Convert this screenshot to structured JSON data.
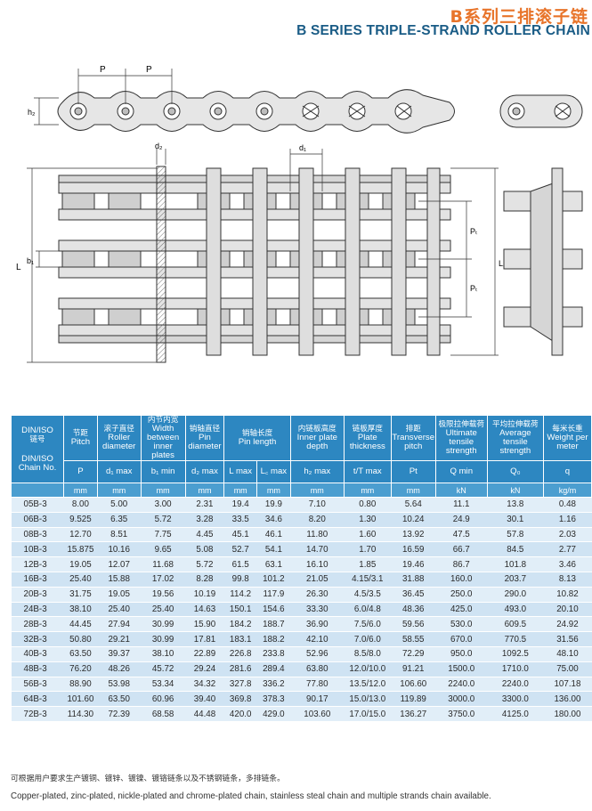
{
  "title_cn": "B系列三排滚子链",
  "title_en": "B SERIES TRIPLE-STRAND ROLLER CHAIN",
  "drawing": {
    "labels": {
      "P1": "P",
      "P2": "P",
      "h2": "h₂",
      "d2": "d₂",
      "d1": "d₁",
      "L": "L",
      "b1": "b₁",
      "Pt_top": "Pₜ",
      "Pt_bottom": "Pₜ",
      "Lc": "L꜀"
    }
  },
  "table": {
    "headers": [
      {
        "cn": "DIN/ISO",
        "en": "链号",
        "sym": "DIN/ISO Chain No."
      },
      {
        "cn": "节距",
        "en": "Pitch",
        "sym": "P",
        "unit": "mm"
      },
      {
        "cn": "滚子直径",
        "en": "Roller diameter",
        "sym": "d₁ max",
        "unit": "mm"
      },
      {
        "cn": "内节内宽",
        "en": "Width between inner plates",
        "sym": "b₁ min",
        "unit": "mm"
      },
      {
        "cn": "销轴直径",
        "en": "Pin diameter",
        "sym": "d₂ max",
        "unit": "mm"
      },
      {
        "cn": "销轴长度",
        "en": "Pin length",
        "sym_a": "L max",
        "sym_b": "L꜀ max",
        "unit_a": "mm",
        "unit_b": "mm"
      },
      {
        "cn": "内链板高度",
        "en": "Inner plate depth",
        "sym": "h₂ max",
        "unit": "mm"
      },
      {
        "cn": "链板厚度",
        "en": "Plate thickness",
        "sym": "t/T max",
        "unit": "mm"
      },
      {
        "cn": "排距",
        "en": "Transverse pitch",
        "sym": "Pt",
        "unit": "mm"
      },
      {
        "cn": "极限拉伸载荷",
        "en": "Ultimate tensile strength",
        "sym": "Q min",
        "unit": "kN"
      },
      {
        "cn": "平均拉伸载荷",
        "en": "Average tensile strength",
        "sym": "Q₀",
        "unit": "kN"
      },
      {
        "cn": "每米长重",
        "en": "Weight per meter",
        "sym": "q",
        "unit": "kg/m"
      }
    ],
    "rows": [
      [
        "05B-3",
        "8.00",
        "5.00",
        "3.00",
        "2.31",
        "19.4",
        "19.9",
        "7.10",
        "0.80",
        "5.64",
        "11.1",
        "13.8",
        "0.48"
      ],
      [
        "06B-3",
        "9.525",
        "6.35",
        "5.72",
        "3.28",
        "33.5",
        "34.6",
        "8.20",
        "1.30",
        "10.24",
        "24.9",
        "30.1",
        "1.16"
      ],
      [
        "08B-3",
        "12.70",
        "8.51",
        "7.75",
        "4.45",
        "45.1",
        "46.1",
        "11.80",
        "1.60",
        "13.92",
        "47.5",
        "57.8",
        "2.03"
      ],
      [
        "10B-3",
        "15.875",
        "10.16",
        "9.65",
        "5.08",
        "52.7",
        "54.1",
        "14.70",
        "1.70",
        "16.59",
        "66.7",
        "84.5",
        "2.77"
      ],
      [
        "12B-3",
        "19.05",
        "12.07",
        "11.68",
        "5.72",
        "61.5",
        "63.1",
        "16.10",
        "1.85",
        "19.46",
        "86.7",
        "101.8",
        "3.46"
      ],
      [
        "16B-3",
        "25.40",
        "15.88",
        "17.02",
        "8.28",
        "99.8",
        "101.2",
        "21.05",
        "4.15/3.1",
        "31.88",
        "160.0",
        "203.7",
        "8.13"
      ],
      [
        "20B-3",
        "31.75",
        "19.05",
        "19.56",
        "10.19",
        "114.2",
        "117.9",
        "26.30",
        "4.5/3.5",
        "36.45",
        "250.0",
        "290.0",
        "10.82"
      ],
      [
        "24B-3",
        "38.10",
        "25.40",
        "25.40",
        "14.63",
        "150.1",
        "154.6",
        "33.30",
        "6.0/4.8",
        "48.36",
        "425.0",
        "493.0",
        "20.10"
      ],
      [
        "28B-3",
        "44.45",
        "27.94",
        "30.99",
        "15.90",
        "184.2",
        "188.7",
        "36.90",
        "7.5/6.0",
        "59.56",
        "530.0",
        "609.5",
        "24.92"
      ],
      [
        "32B-3",
        "50.80",
        "29.21",
        "30.99",
        "17.81",
        "183.1",
        "188.2",
        "42.10",
        "7.0/6.0",
        "58.55",
        "670.0",
        "770.5",
        "31.56"
      ],
      [
        "40B-3",
        "63.50",
        "39.37",
        "38.10",
        "22.89",
        "226.8",
        "233.8",
        "52.96",
        "8.5/8.0",
        "72.29",
        "950.0",
        "1092.5",
        "48.10"
      ],
      [
        "48B-3",
        "76.20",
        "48.26",
        "45.72",
        "29.24",
        "281.6",
        "289.4",
        "63.80",
        "12.0/10.0",
        "91.21",
        "1500.0",
        "1710.0",
        "75.00"
      ],
      [
        "56B-3",
        "88.90",
        "53.98",
        "53.34",
        "34.32",
        "327.8",
        "336.2",
        "77.80",
        "13.5/12.0",
        "106.60",
        "2240.0",
        "2240.0",
        "107.18"
      ],
      [
        "64B-3",
        "101.60",
        "63.50",
        "60.96",
        "39.40",
        "369.8",
        "378.3",
        "90.17",
        "15.0/13.0",
        "119.89",
        "3000.0",
        "3300.0",
        "136.00"
      ],
      [
        "72B-3",
        "114.30",
        "72.39",
        "68.58",
        "44.48",
        "420.0",
        "429.0",
        "103.60",
        "17.0/15.0",
        "136.27",
        "3750.0",
        "4125.0",
        "180.00"
      ]
    ]
  },
  "note_cn": "可根据用户要求生产镀铜、镀锌、镀镍、镀铬链条以及不锈钢链条，多排链条。",
  "note_en": "Copper-plated, zinc-plated, nickle-plated and chrome-plated chain, stainless steal chain and multiple strands chain available."
}
